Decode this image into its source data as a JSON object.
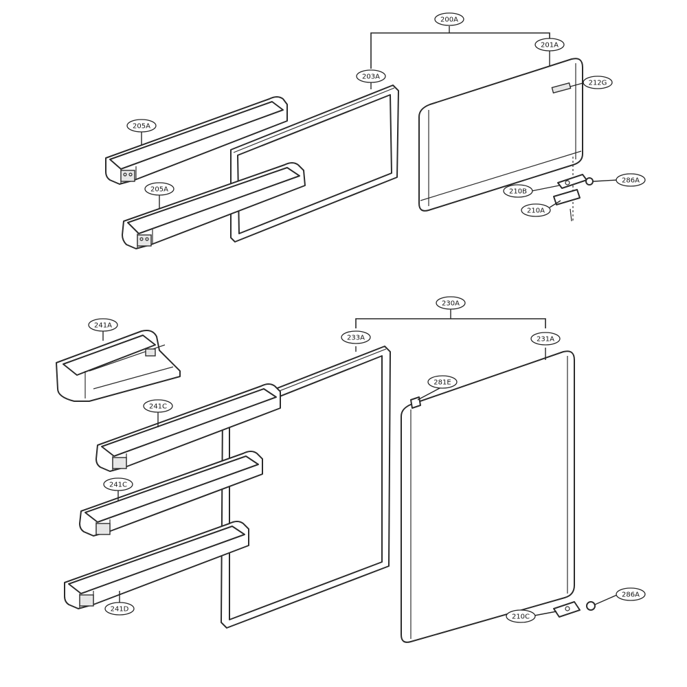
{
  "diagram": {
    "callouts": {
      "c200A": "200A",
      "c201A": "201A",
      "c203A": "203A",
      "c212G": "212G",
      "c205A_1": "205A",
      "c205A_2": "205A",
      "c286A_1": "286A",
      "c210B": "210B",
      "c210A": "210A",
      "c230A": "230A",
      "c241A": "241A",
      "c233A": "233A",
      "c231A": "231A",
      "c281E": "281E",
      "c241C_1": "241C",
      "c241C_2": "241C",
      "c241D": "241D",
      "c286A_2": "286A",
      "c210C": "210C"
    }
  }
}
